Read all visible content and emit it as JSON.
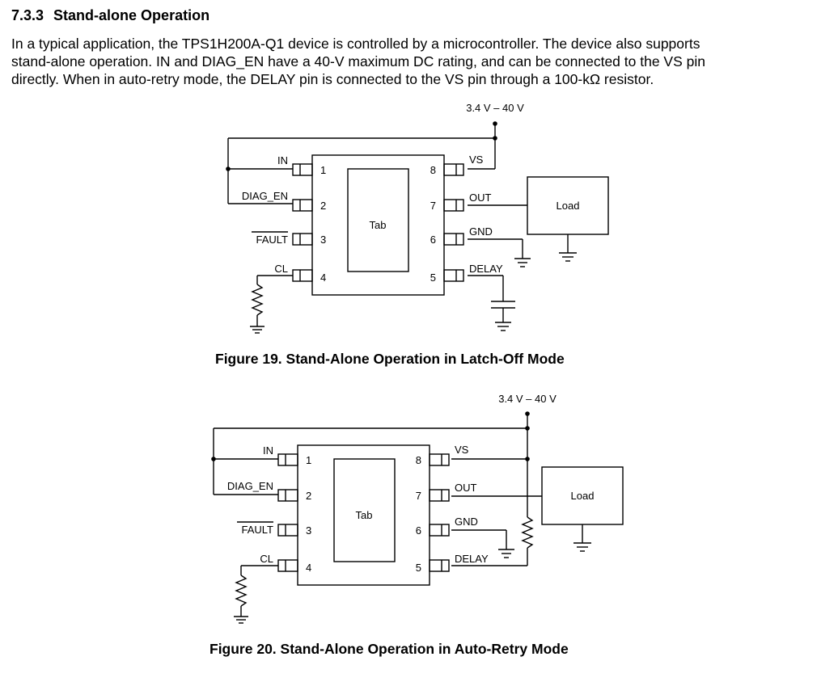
{
  "section": {
    "number": "7.3.3",
    "title": "Stand-alone Operation"
  },
  "paragraph": [
    "In a typical application, the TPS1H200A-Q1 device is controlled by a microcontroller. The device also supports",
    "stand-alone operation. IN and DIAG_EN have a 40-V maximum DC rating, and can be connected to the VS pin",
    "directly. When in auto-retry mode, the DELAY pin is connected to the VS pin through a 100-kΩ resistor."
  ],
  "figures": [
    {
      "supply": "3.4 V – 40 V",
      "left_pins": [
        {
          "name": "IN",
          "num": "1"
        },
        {
          "name": "DIAG_EN",
          "num": "2"
        },
        {
          "name": "FAULT",
          "num": "3"
        },
        {
          "name": "CL",
          "num": "4"
        }
      ],
      "right_pins": [
        {
          "name": "VS",
          "num": "8"
        },
        {
          "name": "OUT",
          "num": "7"
        },
        {
          "name": "GND",
          "num": "6"
        },
        {
          "name": "DELAY",
          "num": "5"
        }
      ],
      "tab_label": "Tab",
      "load_label": "Load",
      "caption": "Figure 19.  Stand-Alone Operation in Latch-Off Mode"
    },
    {
      "supply": "3.4 V – 40 V",
      "left_pins": [
        {
          "name": "IN",
          "num": "1"
        },
        {
          "name": "DIAG_EN",
          "num": "2"
        },
        {
          "name": "FAULT",
          "num": "3"
        },
        {
          "name": "CL",
          "num": "4"
        }
      ],
      "right_pins": [
        {
          "name": "VS",
          "num": "8"
        },
        {
          "name": "OUT",
          "num": "7"
        },
        {
          "name": "GND",
          "num": "6"
        },
        {
          "name": "DELAY",
          "num": "5"
        }
      ],
      "tab_label": "Tab",
      "load_label": "Load",
      "caption": "Figure 20.  Stand-Alone Operation in Auto-Retry Mode"
    }
  ]
}
